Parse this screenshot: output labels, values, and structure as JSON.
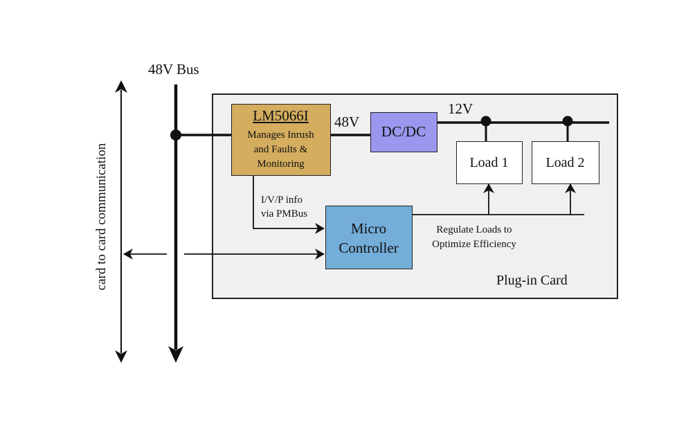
{
  "labels": {
    "bus": "48V Bus",
    "side_comm": "card to card communication",
    "v48": "48V",
    "v12": "12V",
    "pmbus_line1": "I/V/P info",
    "pmbus_line2": "via PMBus",
    "regulate_line1": "Regulate Loads to",
    "regulate_line2": "Optimize Efficiency",
    "card": "Plug-in Card"
  },
  "blocks": {
    "hotswap": {
      "title": "LM5066I",
      "desc_line1": "Manages Inrush",
      "desc_line2": "and Faults &",
      "desc_line3": "Monitoring",
      "color": "#D4AD5F"
    },
    "dcdc": {
      "label": "DC/DC",
      "color": "#9B97EE"
    },
    "load1": {
      "label": "Load 1",
      "color": "#FFFFFF"
    },
    "load2": {
      "label": "Load 2",
      "color": "#FFFFFF"
    },
    "mcu": {
      "line1": "Micro",
      "line2": "Controller",
      "color": "#74ADD8"
    }
  },
  "colors": {
    "card_fill": "#F0F0F0",
    "line": "#111111"
  }
}
